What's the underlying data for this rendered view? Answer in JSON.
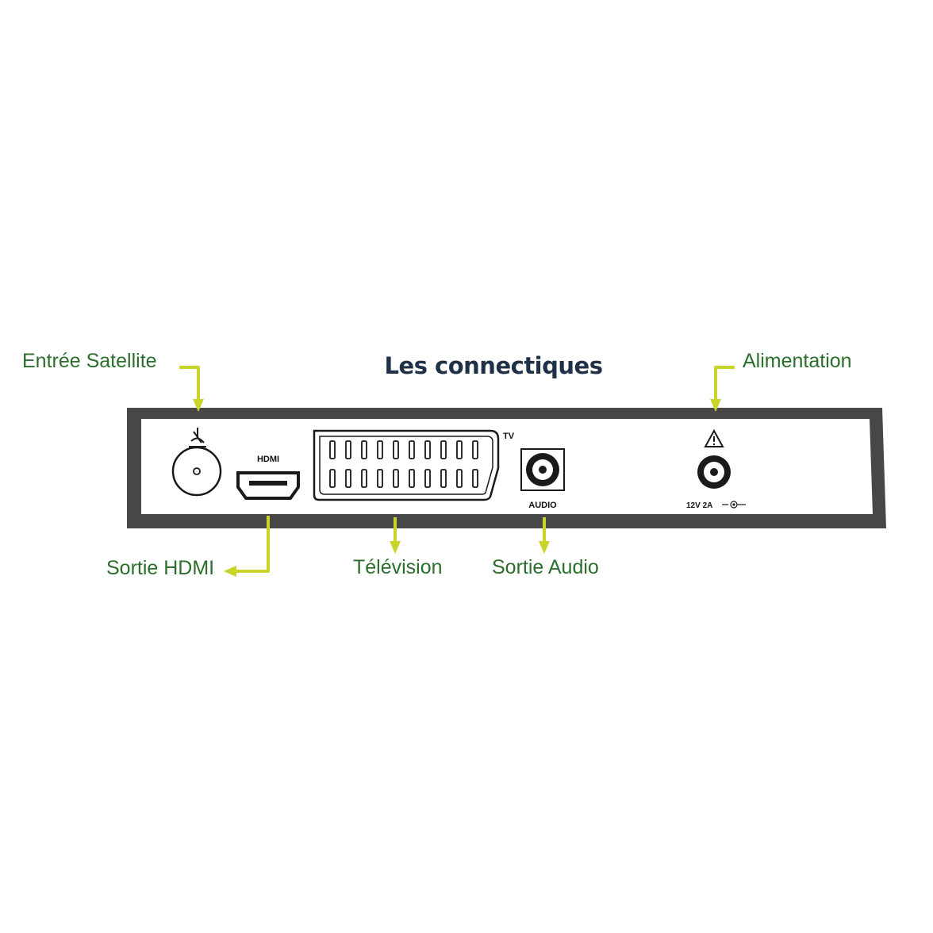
{
  "title": "Les connectiques",
  "colors": {
    "label_green": "#2c6e2c",
    "arrow_yellow": "#c9d32a",
    "device_frame": "#474747",
    "panel_fill": "#ffffff",
    "title_navy": "#1f3147"
  },
  "callouts": {
    "satellite": "Entrée Satellite",
    "power": "Alimentation",
    "hdmi": "Sortie HDMI",
    "tv": "Télévision",
    "audio": "Sortie Audio"
  },
  "panel_labels": {
    "hdmi": "HDMI",
    "tv": "TV",
    "audio": "AUDIO",
    "power_rating": "12V 2A"
  },
  "icons": {
    "satellite": "satellite-dish-icon",
    "warning": "warning-triangle-icon",
    "polarity": "dc-polarity-icon"
  }
}
